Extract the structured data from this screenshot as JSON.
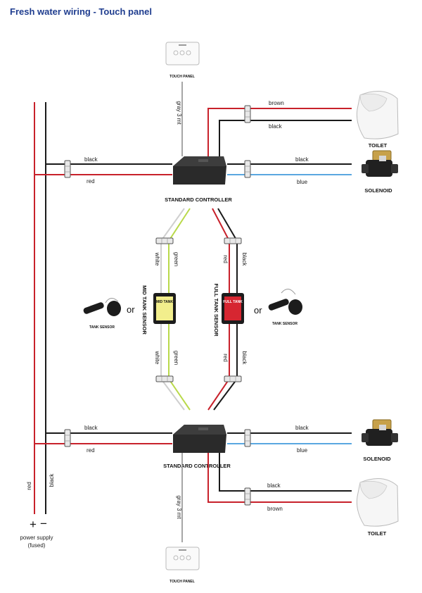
{
  "title": "Fresh water wiring -  Touch panel",
  "colors": {
    "red": "#c8212b",
    "black": "#1a1a1a",
    "blue": "#5aa7e0",
    "white_wire": "#cfcfcf",
    "green_wire": "#b9d94a",
    "gray": "#888888",
    "title": "#1f3d8f"
  },
  "labels": {
    "touch_panel": "TOUCH PANEL",
    "gray_3mt": "gray 3 mt",
    "standard_controller": "STANDARD CONTROLLER",
    "toilet": "TOILET",
    "solenoid": "SOLENOID",
    "tank_sensor": "TANK SENSOR",
    "mid_tank_sensor": "MID TANK SENSOR",
    "full_tank_sensor": "FULL TANK SENSOR",
    "or": "or",
    "black": "black",
    "red": "red",
    "brown": "brown",
    "blue": "blue",
    "white": "white",
    "green": "green",
    "plus": "+",
    "minus": "−",
    "power_supply_1": "power supply",
    "power_supply_2": "(fused)",
    "mid_box_1": "MID TANK",
    "full_box_1": "FULL TANK"
  },
  "icons": {
    "touch_panel": "touch-panel-icon",
    "controller": "controller-box-icon",
    "toilet": "toilet-icon",
    "solenoid": "solenoid-valve-icon",
    "tank_sensor": "tank-sensor-icon",
    "connector": "connector-icon"
  }
}
